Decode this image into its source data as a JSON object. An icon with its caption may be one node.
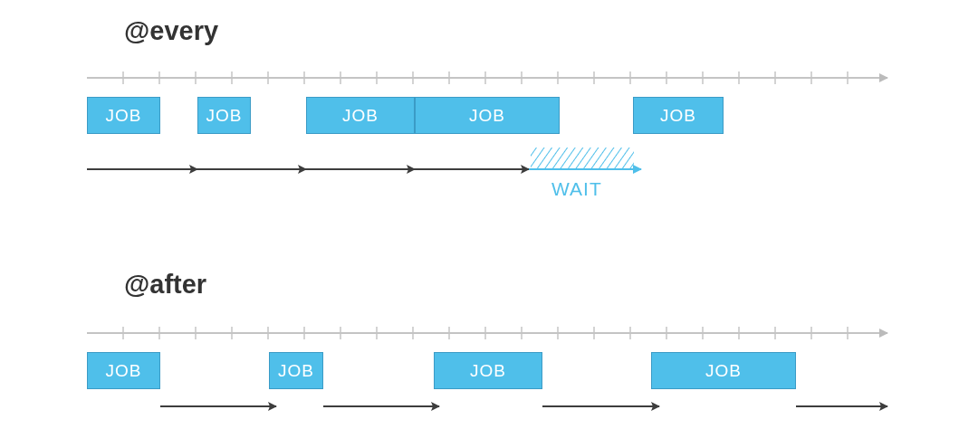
{
  "diagram": {
    "nodes": [
      {
        "text": [
          "JOB"
        ]
      },
      {
        "text": [
          "JOB"
        ]
      },
      {
        "text": [
          "JOB"
        ]
      },
      {
        "text": [
          "JOB"
        ]
      },
      {
        "text": [
          "JOB"
        ]
      },
      {
        "text": [
          "WAIT"
        ]
      },
      {
        "text": [
          "JOB"
        ]
      },
      {
        "text": [
          "JOB"
        ]
      },
      {
        "text": [
          "JOB"
        ]
      },
      {
        "text": [
          "JOB"
        ]
      }
    ],
    "labels": [
      "@every",
      "@after"
    ]
  }
}
